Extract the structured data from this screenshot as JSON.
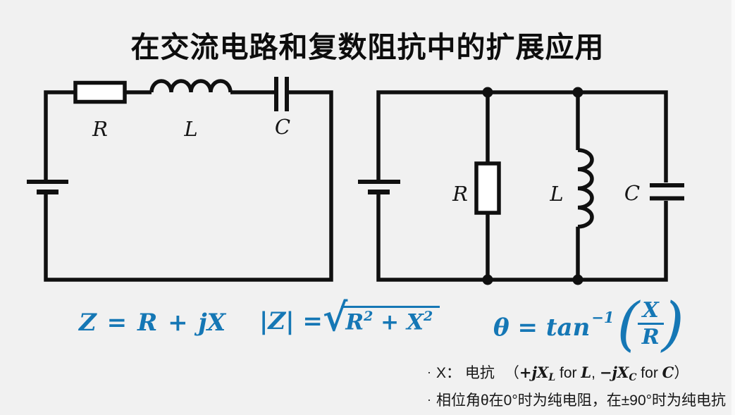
{
  "title": "在交流电路和复数阻抗中的扩展应用",
  "colors": {
    "background": "#f1f1f1",
    "ink": "#101010",
    "accent_blue": "#1577b5",
    "component_fill": "#ffffff"
  },
  "circuits": {
    "series": {
      "resistor_label": "R",
      "inductor_label": "L",
      "capacitor_label": "C"
    },
    "parallel": {
      "resistor_label": "R",
      "inductor_label": "L",
      "capacitor_label": "C"
    }
  },
  "formulas": {
    "impedance": "Z = R + jX",
    "magnitude": {
      "lhs": "|Z| = ",
      "radical": "√",
      "base1": "R",
      "exp1": "2",
      "plus": " + ",
      "base2": "X",
      "exp2": "2"
    },
    "phase": {
      "lhs": "θ = tan",
      "exponent": "−1",
      "open_paren": "(",
      "numerator": "X",
      "denominator": "R",
      "close_paren": ")"
    }
  },
  "notes": {
    "line1": {
      "bullet": "·",
      "label": "X： 电抗",
      "open": "（",
      "m1": "+jX",
      "m1_sub": "L",
      "for1": " for ",
      "var1": "L",
      "sep": ", ",
      "m2": "−jX",
      "m2_sub": "C",
      "for2": " for ",
      "var2": "C",
      "close": "）"
    },
    "line2": {
      "bullet": "·",
      "text": "相位角θ在0°时为纯电阻，在±90°时为纯电抗"
    }
  }
}
